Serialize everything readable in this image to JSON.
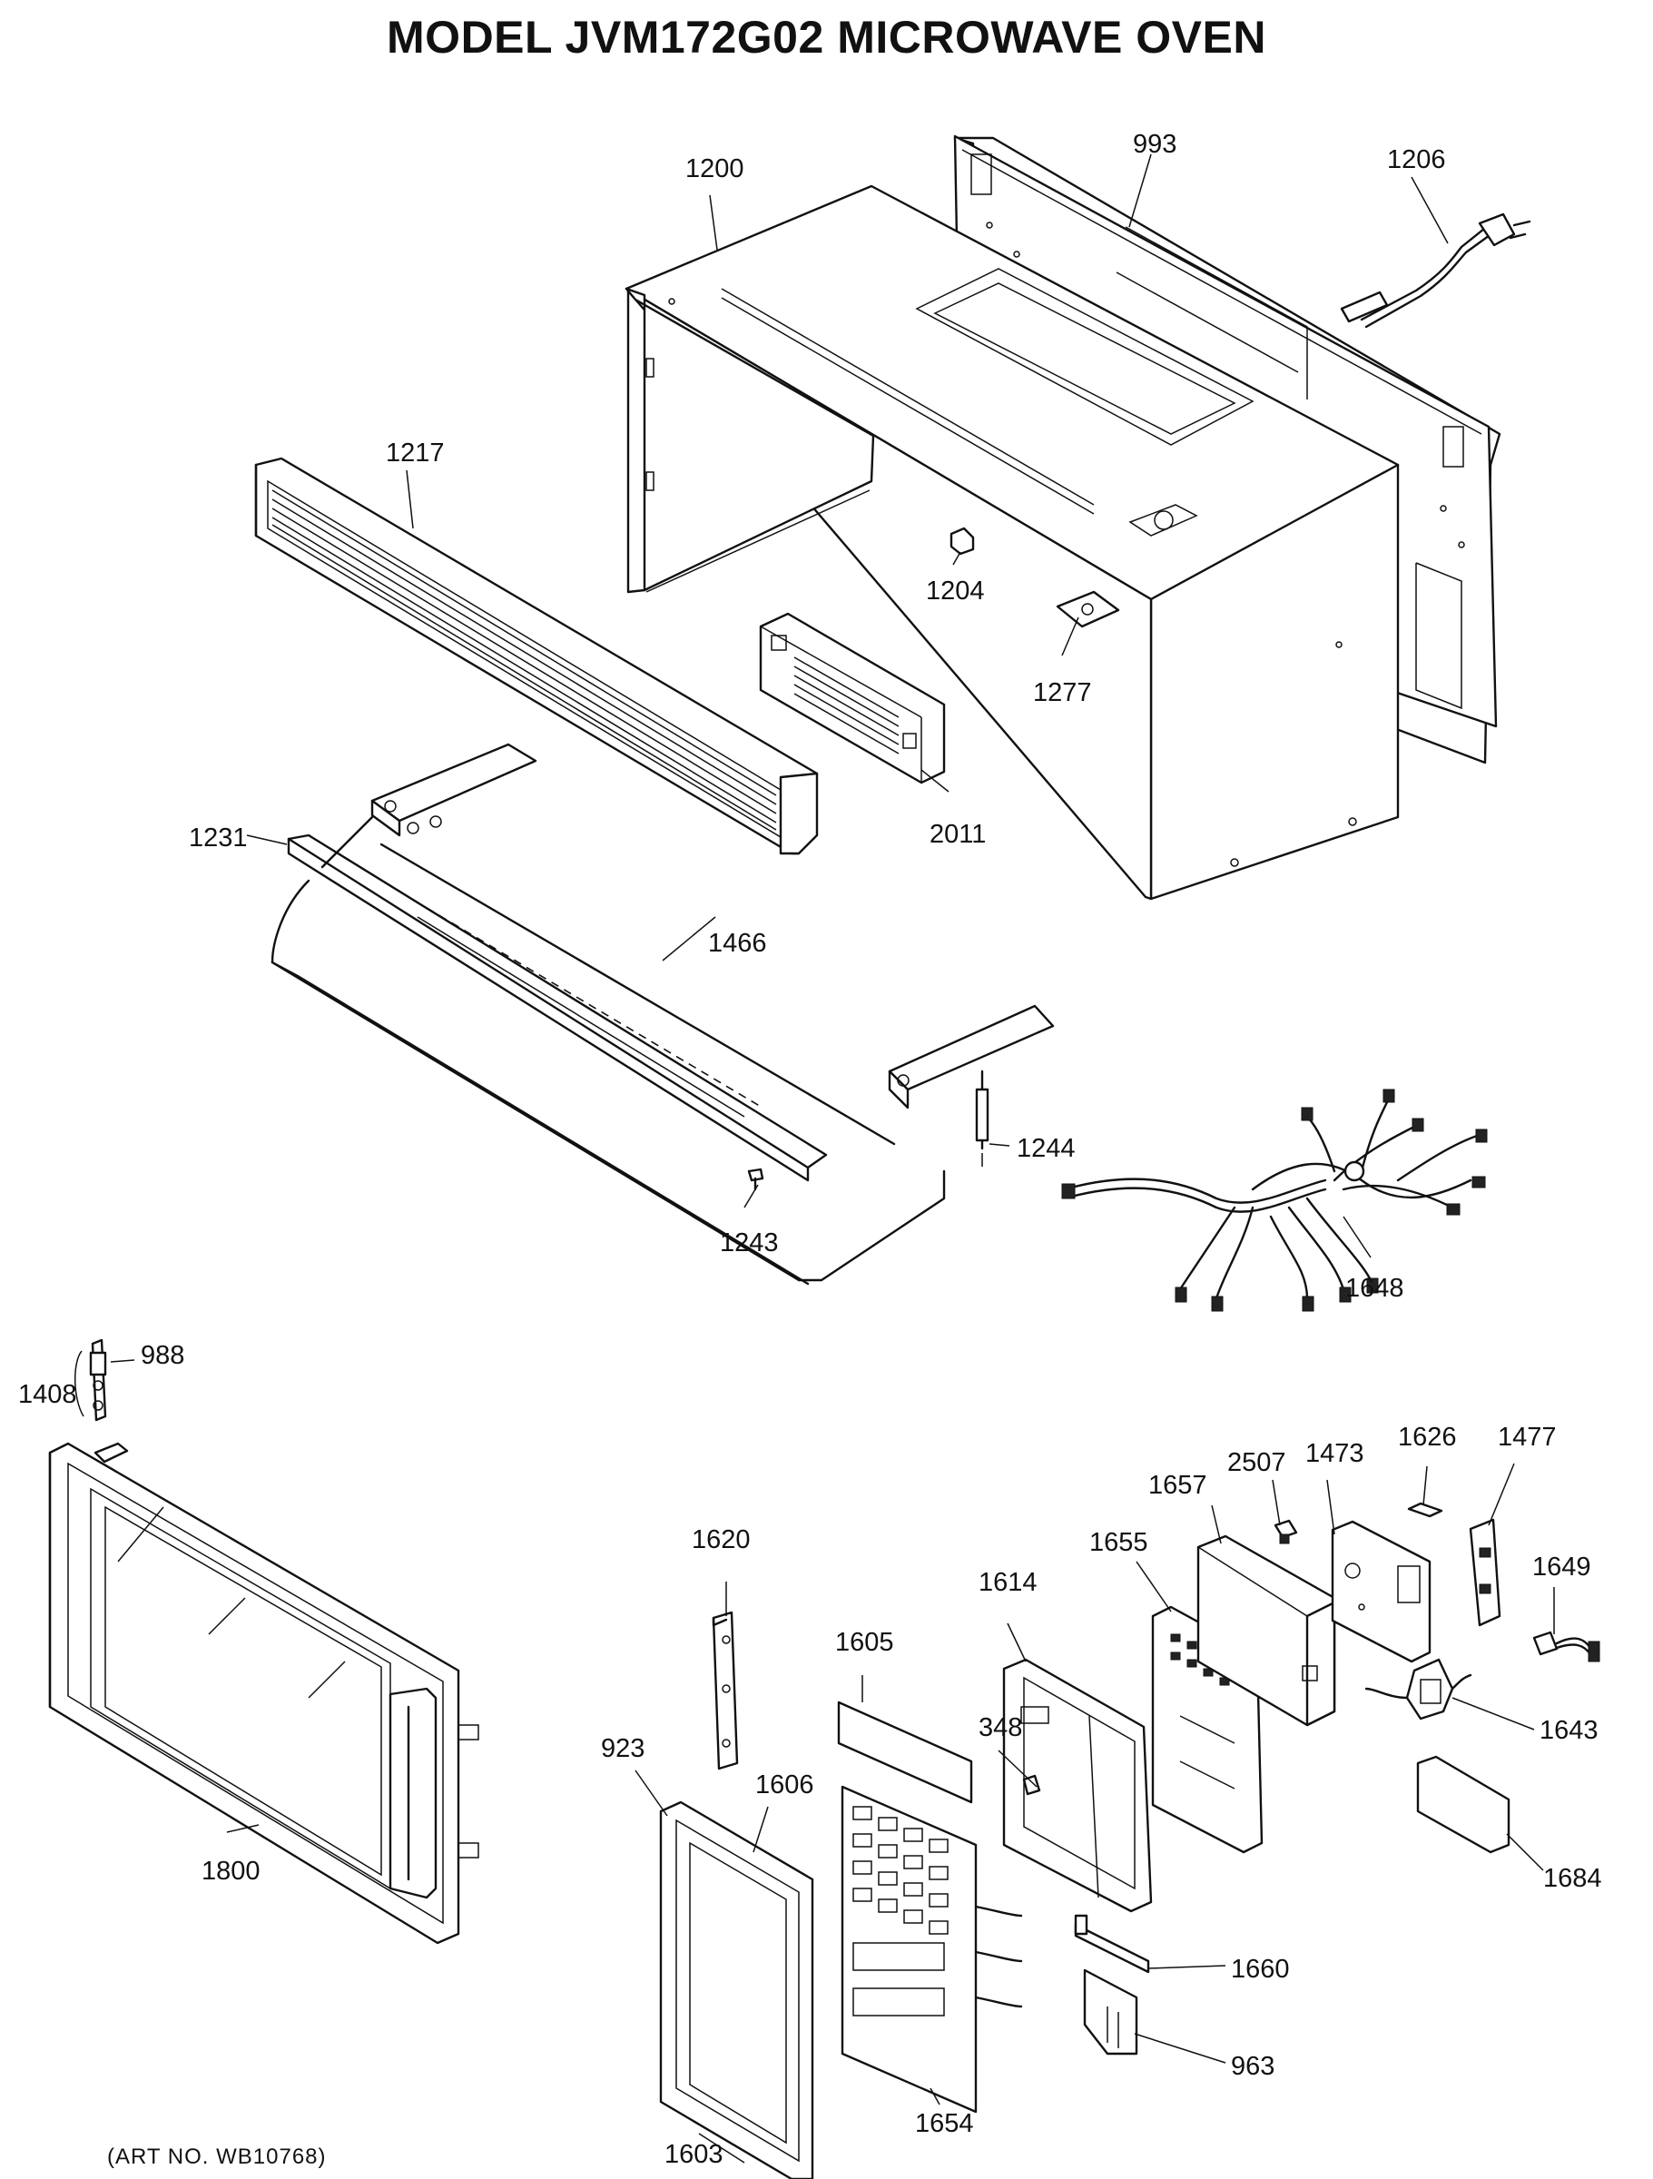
{
  "title": "MODEL JVM172G02 MICROWAVE OVEN",
  "art_no": "(ART NO. WB10768)",
  "parts": {
    "p993": "993",
    "p1206": "1206",
    "p1200": "1200",
    "p1217": "1217",
    "p1204": "1204",
    "p1277": "1277",
    "p1231": "1231",
    "p2011": "2011",
    "p1466": "1466",
    "p1244": "1244",
    "p1243": "1243",
    "p1648": "1648",
    "p988": "988",
    "p1408": "1408",
    "p1800": "1800",
    "p2507": "2507",
    "p1473": "1473",
    "p1626": "1626",
    "p1477": "1477",
    "p1657": "1657",
    "p1655": "1655",
    "p1649": "1649",
    "p1620": "1620",
    "p1614": "1614",
    "p1605": "1605",
    "p348": "348",
    "p923": "923",
    "p1606": "1606",
    "p1643": "1643",
    "p1684": "1684",
    "p1660": "1660",
    "p963": "963",
    "p1603": "1603",
    "p1654": "1654"
  }
}
